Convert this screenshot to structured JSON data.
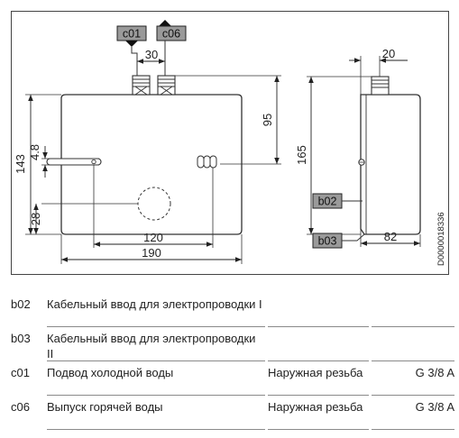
{
  "diagram": {
    "dimensions": {
      "d30": "30",
      "d20": "20",
      "d95": "95",
      "d143": "143",
      "d4_8": "4.8",
      "d28": "28",
      "d120": "120",
      "d190": "190",
      "d165": "165",
      "d82": "82"
    },
    "tags": {
      "c01": "c01",
      "c06": "c06",
      "b02": "b02",
      "b03": "b03"
    },
    "doc_id": "D0000018336"
  },
  "legend": [
    {
      "code": "b02",
      "description": "Кабельный ввод для электропроводки I",
      "kind": "",
      "size": ""
    },
    {
      "code": "b03",
      "description": "Кабельный ввод для электропроводки II",
      "kind": "",
      "size": ""
    },
    {
      "code": "c01",
      "description": "Подвод холодной воды",
      "kind": "Наружная резьба",
      "size": "G 3/8 A"
    },
    {
      "code": "c06",
      "description": "Выпуск горячей воды",
      "kind": "Наружная резьба",
      "size": "G 3/8 A"
    }
  ]
}
